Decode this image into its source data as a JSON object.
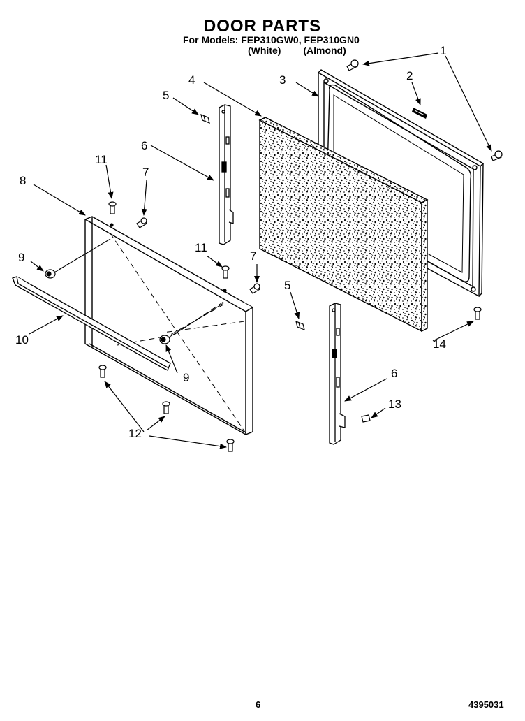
{
  "header": {
    "title": "DOOR PARTS",
    "models_line": "For Models: FEP310GW0, FEP310GN0",
    "variant_white": "(White)",
    "variant_almond": "(Almond)"
  },
  "callouts": [
    "1",
    "2",
    "3",
    "4",
    "5",
    "6",
    "7",
    "8",
    "9",
    "10",
    "11",
    "12",
    "13",
    "14"
  ],
  "footer": {
    "page_number": "6",
    "document_number": "4395031"
  }
}
